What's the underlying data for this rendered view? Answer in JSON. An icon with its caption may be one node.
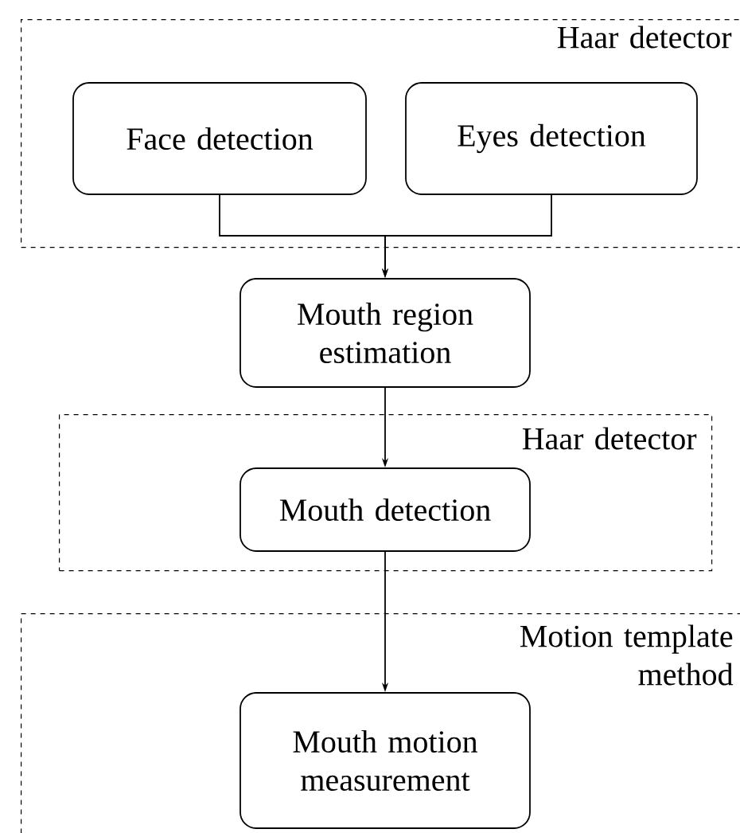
{
  "diagram": {
    "nodes": [
      {
        "text": [
          "Haar detector"
        ]
      },
      {
        "text": [
          "Face detection"
        ],
        "in": 0
      },
      {
        "text": [
          "Eyes detection"
        ],
        "in": 0
      },
      {
        "text": [
          "Mouth region estimation"
        ]
      },
      {
        "text": [
          "Haar detector"
        ]
      },
      {
        "text": [
          "Mouth detection"
        ],
        "in": 4
      },
      {
        "text": [
          "Motion template method"
        ]
      },
      {
        "text": [
          "Mouth motion measurement"
        ],
        "in": 6
      }
    ],
    "edges": [
      {
        "from": 1,
        "to": 3,
        "arrow": "to"
      },
      {
        "from": 2,
        "to": 3,
        "arrow": "to"
      },
      {
        "from": 3,
        "to": 5,
        "arrow": "to"
      },
      {
        "from": 5,
        "to": 7,
        "arrow": "to"
      }
    ]
  }
}
